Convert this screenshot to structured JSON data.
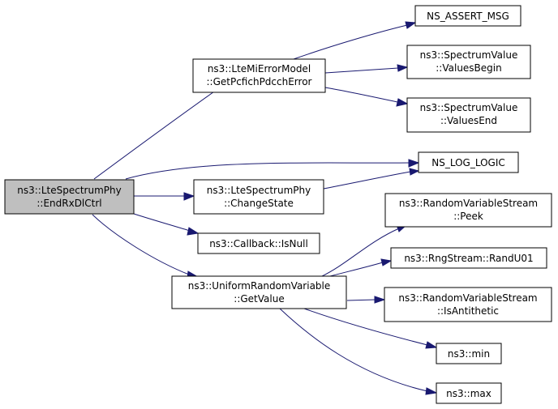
{
  "graph": {
    "type": "call-graph",
    "colors": {
      "edge": "#191970",
      "root_fill": "#bfbfbf",
      "node_fill": "#ffffff",
      "node_border": "#000000"
    },
    "nodes": {
      "root": {
        "line1": "ns3::LteSpectrumPhy",
        "line2": "::EndRxDlCtrl"
      },
      "lte_mi_error_model": {
        "line1": "ns3::LteMiErrorModel",
        "line2": "::GetPcfichPdcchError"
      },
      "ns_assert_msg": {
        "line1": "NS_ASSERT_MSG"
      },
      "spectrum_values_begin": {
        "line1": "ns3::SpectrumValue",
        "line2": "::ValuesBegin"
      },
      "spectrum_values_end": {
        "line1": "ns3::SpectrumValue",
        "line2": "::ValuesEnd"
      },
      "ns_log_logic": {
        "line1": "NS_LOG_LOGIC"
      },
      "change_state": {
        "line1": "ns3::LteSpectrumPhy",
        "line2": "::ChangeState"
      },
      "callback_isnull": {
        "line1": "ns3::Callback::IsNull"
      },
      "uniform_getvalue": {
        "line1": "ns3::UniformRandomVariable",
        "line2": "::GetValue"
      },
      "rvs_peek": {
        "line1": "ns3::RandomVariableStream",
        "line2": "::Peek"
      },
      "rng_randu01": {
        "line1": "ns3::RngStream::RandU01"
      },
      "rvs_isantithetic": {
        "line1": "ns3::RandomVariableStream",
        "line2": "::IsAntithetic"
      },
      "ns3_min": {
        "line1": "ns3::min"
      },
      "ns3_max": {
        "line1": "ns3::max"
      }
    }
  }
}
